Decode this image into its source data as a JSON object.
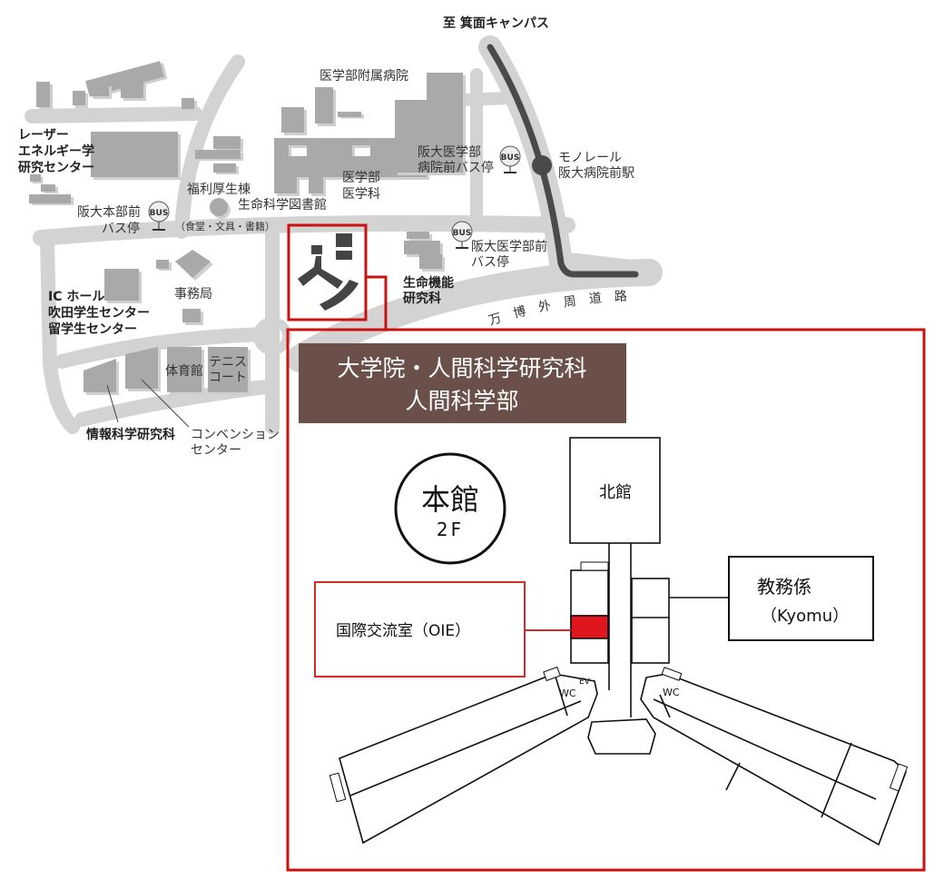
{
  "map": {
    "to_minoh": "至 箕面キャンパス",
    "hospital": "医学部附属病院",
    "laser": [
      "レーザー",
      "エネルギー学",
      "研究センター"
    ],
    "welfare": "福利厚生棟",
    "library": "生命科学図書館",
    "shop": "（食堂・文具・書籍）",
    "bus_honbu": [
      "阪大本部前",
      "バス停"
    ],
    "medicine": [
      "医学部",
      "医学科"
    ],
    "bus_hospital": [
      "阪大医学部",
      "病院前バス停"
    ],
    "monorail": [
      "モノレール",
      "阪大病院前駅"
    ],
    "bus_med": [
      "阪大医学部前",
      "バス停"
    ],
    "bio": [
      "生命機能",
      "研究科"
    ],
    "road_label": "万博外周道路",
    "ic": [
      "IC ホール",
      "吹田学生センター",
      "留学生センター"
    ],
    "office": "事務局",
    "gym": "体育館",
    "tennis": [
      "テニス",
      "コート"
    ],
    "info": "情報科学研究科",
    "convention": [
      "コンベンション",
      "センター"
    ],
    "bus_badge": "BUS"
  },
  "floor": {
    "title": [
      "大学院・人間科学研究科",
      "人間科学部"
    ],
    "building": "本館",
    "level": "2F",
    "north": "北館",
    "kyomu": [
      "教務係",
      "（Kyomu）"
    ],
    "oie": "国際交流室（OIE）",
    "wc": "WC",
    "ev": "EV"
  },
  "colors": {
    "highlight": "#e0161e",
    "title_bg": "#6b5049",
    "road": "#d3d3d3",
    "building": "#a9a9a9",
    "monorail": "#4a4a4a"
  }
}
